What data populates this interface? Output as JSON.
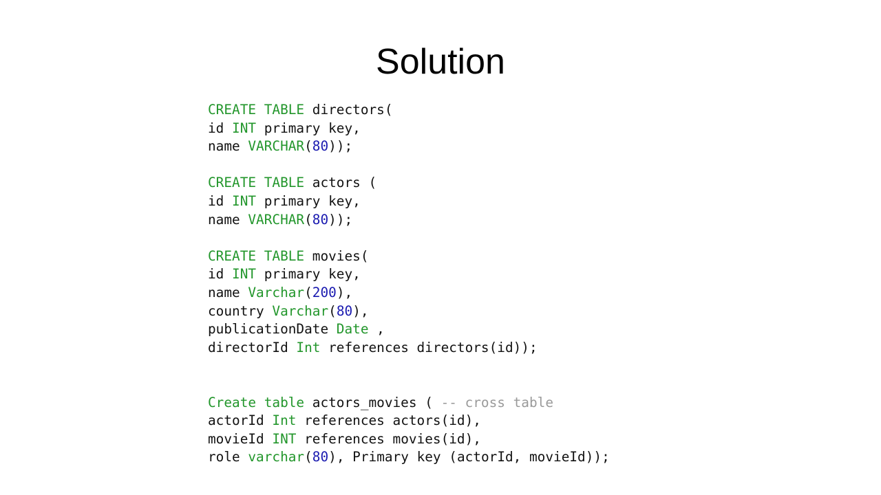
{
  "slide": {
    "title": "Solution"
  },
  "code": {
    "language": "sql",
    "colors": {
      "keyword": "#22962b",
      "number": "#1a1ab0",
      "comment": "#9a9a9a",
      "identifier": "#111111"
    },
    "lines": [
      [
        {
          "t": "CREATE TABLE",
          "k": "kw"
        },
        {
          "t": " directors(",
          "k": "id"
        }
      ],
      [
        {
          "t": "id ",
          "k": "id"
        },
        {
          "t": "INT",
          "k": "kw"
        },
        {
          "t": " primary key,",
          "k": "id"
        }
      ],
      [
        {
          "t": "name ",
          "k": "id"
        },
        {
          "t": "VARCHAR",
          "k": "kw"
        },
        {
          "t": "(",
          "k": "id"
        },
        {
          "t": "80",
          "k": "num"
        },
        {
          "t": "));",
          "k": "id"
        }
      ],
      [],
      [
        {
          "t": "CREATE TABLE",
          "k": "kw"
        },
        {
          "t": " actors (",
          "k": "id"
        }
      ],
      [
        {
          "t": "id ",
          "k": "id"
        },
        {
          "t": "INT",
          "k": "kw"
        },
        {
          "t": " primary key,",
          "k": "id"
        }
      ],
      [
        {
          "t": "name ",
          "k": "id"
        },
        {
          "t": "VARCHAR",
          "k": "kw"
        },
        {
          "t": "(",
          "k": "id"
        },
        {
          "t": "80",
          "k": "num"
        },
        {
          "t": "));",
          "k": "id"
        }
      ],
      [],
      [
        {
          "t": "CREATE TABLE",
          "k": "kw"
        },
        {
          "t": " movies(",
          "k": "id"
        }
      ],
      [
        {
          "t": "id ",
          "k": "id"
        },
        {
          "t": "INT",
          "k": "kw"
        },
        {
          "t": " primary key,",
          "k": "id"
        }
      ],
      [
        {
          "t": "name ",
          "k": "id"
        },
        {
          "t": "Varchar",
          "k": "kw"
        },
        {
          "t": "(",
          "k": "id"
        },
        {
          "t": "200",
          "k": "num"
        },
        {
          "t": "),",
          "k": "id"
        }
      ],
      [
        {
          "t": "country ",
          "k": "id"
        },
        {
          "t": "Varchar",
          "k": "kw"
        },
        {
          "t": "(",
          "k": "id"
        },
        {
          "t": "80",
          "k": "num"
        },
        {
          "t": "),",
          "k": "id"
        }
      ],
      [
        {
          "t": "publicationDate ",
          "k": "id"
        },
        {
          "t": "Date",
          "k": "kw"
        },
        {
          "t": " ,",
          "k": "id"
        }
      ],
      [
        {
          "t": "directorId ",
          "k": "id"
        },
        {
          "t": "Int",
          "k": "kw"
        },
        {
          "t": " references directors(id));",
          "k": "id"
        }
      ],
      [],
      [],
      [
        {
          "t": "Create table",
          "k": "kw"
        },
        {
          "t": " actors_movies ( ",
          "k": "id"
        },
        {
          "t": "-- cross table",
          "k": "cm"
        }
      ],
      [
        {
          "t": "actorId ",
          "k": "id"
        },
        {
          "t": "Int",
          "k": "kw"
        },
        {
          "t": " references actors(id),",
          "k": "id"
        }
      ],
      [
        {
          "t": "movieId ",
          "k": "id"
        },
        {
          "t": "INT",
          "k": "kw"
        },
        {
          "t": " references movies(id),",
          "k": "id"
        }
      ],
      [
        {
          "t": "role ",
          "k": "id"
        },
        {
          "t": "varchar",
          "k": "kw"
        },
        {
          "t": "(",
          "k": "id"
        },
        {
          "t": "80",
          "k": "num"
        },
        {
          "t": "), Primary key (actorId, movieId));",
          "k": "id"
        }
      ]
    ]
  }
}
